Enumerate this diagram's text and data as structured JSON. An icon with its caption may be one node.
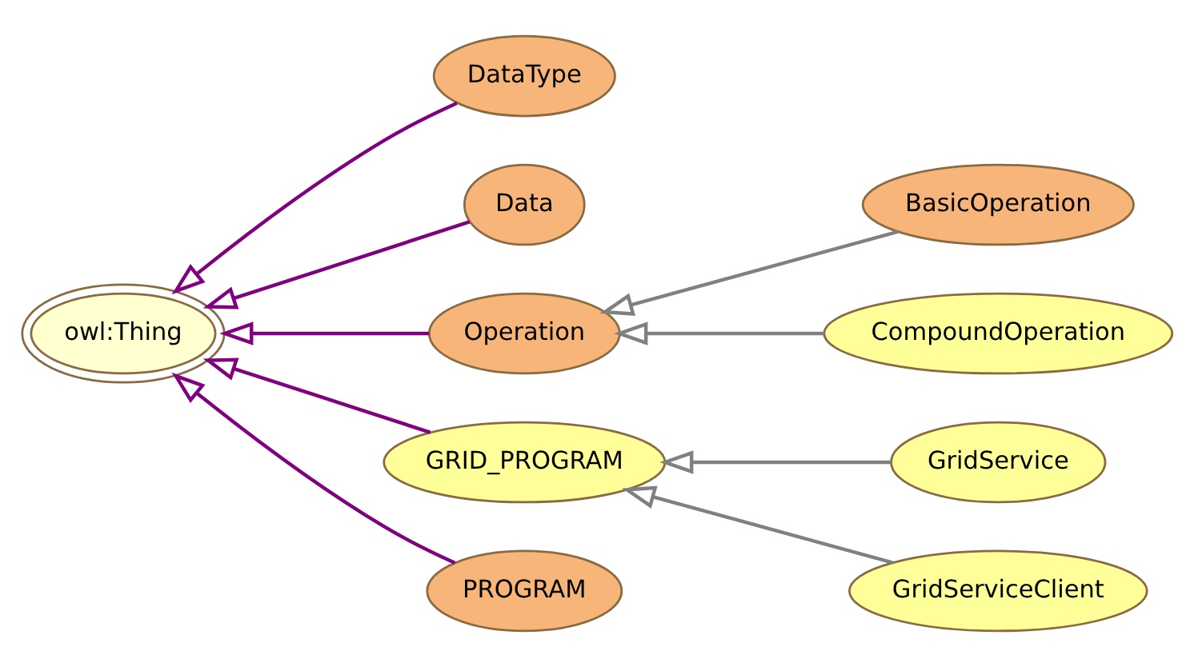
{
  "diagram": {
    "nodes": [
      {
        "text": [
          "owl:Thing"
        ]
      },
      {
        "text": [
          "DataType"
        ]
      },
      {
        "text": [
          "Data"
        ]
      },
      {
        "text": [
          "Operation"
        ]
      },
      {
        "text": [
          "GRID_PROGRAM"
        ]
      },
      {
        "text": [
          "PROGRAM"
        ]
      },
      {
        "text": [
          "BasicOperation"
        ]
      },
      {
        "text": [
          "CompoundOperation"
        ]
      },
      {
        "text": [
          "GridService"
        ]
      },
      {
        "text": [
          "GridServiceClient"
        ]
      }
    ],
    "edges": [
      {
        "from": 1,
        "to": 0,
        "arrow": "to",
        "color": "#800080"
      },
      {
        "from": 2,
        "to": 0,
        "arrow": "to",
        "color": "#800080"
      },
      {
        "from": 3,
        "to": 0,
        "arrow": "to",
        "color": "#800080"
      },
      {
        "from": 4,
        "to": 0,
        "arrow": "to",
        "color": "#800080"
      },
      {
        "from": 5,
        "to": 0,
        "arrow": "to",
        "color": "#800080"
      },
      {
        "from": 6,
        "to": 3,
        "arrow": "to",
        "color": "#808080"
      },
      {
        "from": 7,
        "to": 3,
        "arrow": "to",
        "color": "#808080"
      },
      {
        "from": 8,
        "to": 4,
        "arrow": "to",
        "color": "#808080"
      },
      {
        "from": 9,
        "to": 4,
        "arrow": "to",
        "color": "#808080"
      }
    ]
  }
}
